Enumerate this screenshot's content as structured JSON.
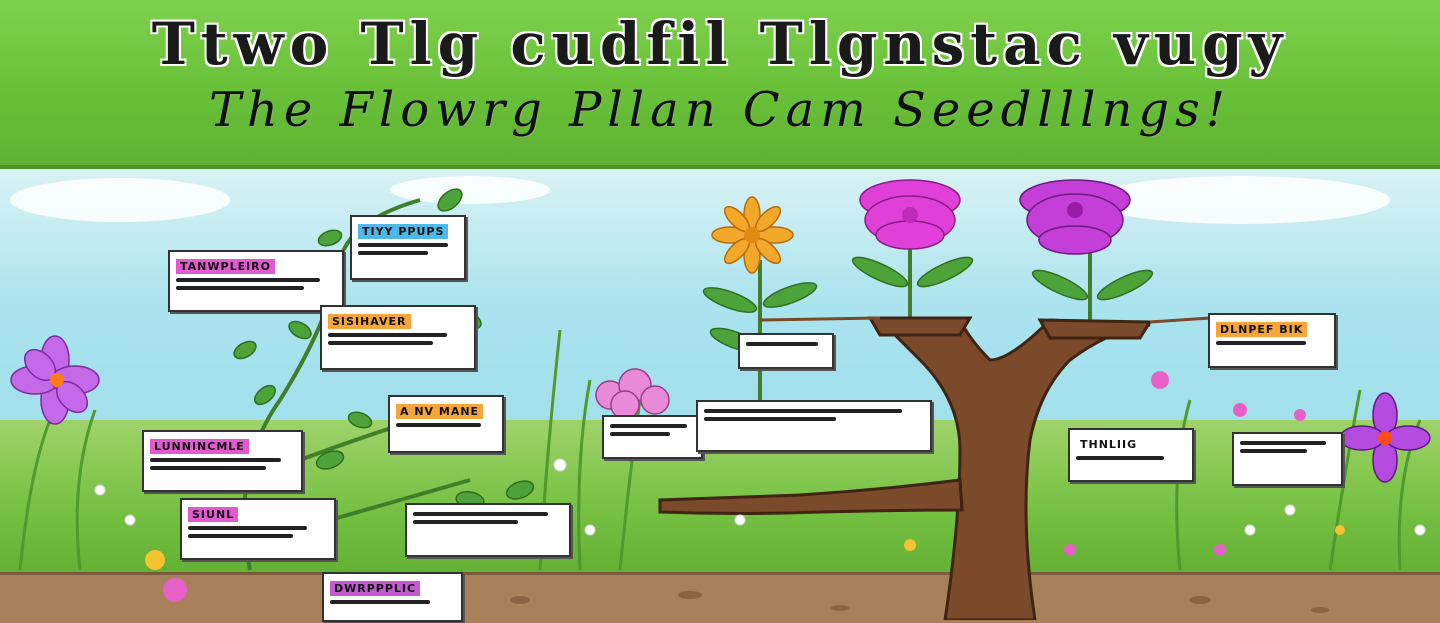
{
  "banner": {
    "title_line_1": "Ttwo Tlg cudfil Tlgnstac vugy",
    "title_line_2": "The Flowrg Pllan Cam Seedlllngs!"
  },
  "cards": [
    {
      "id": "card-1",
      "heading": "TANWPLEIRO",
      "head_color": "#e35ad0"
    },
    {
      "id": "card-2",
      "heading": "TIYY PPUPS",
      "head_color": "#4fb8e8"
    },
    {
      "id": "card-3",
      "heading": "SISIHAVER",
      "head_color": "#f5a53a"
    },
    {
      "id": "card-4",
      "heading": "A NV MANE",
      "head_color": "#f5a53a"
    },
    {
      "id": "card-5",
      "heading": "LUNNINCMLE",
      "head_color": "#e35ad0"
    },
    {
      "id": "card-6",
      "heading": "SIUNL",
      "head_color": "#e35ad0"
    },
    {
      "id": "card-7",
      "heading": "DWRPPPLIC",
      "head_color": "#c45ad0"
    },
    {
      "id": "card-8",
      "heading": "THNLIIG",
      "head_color": "#ffffff"
    },
    {
      "id": "card-9",
      "heading": "DLNPEF BIK",
      "head_color": "#f5a53a"
    }
  ],
  "colors": {
    "banner_green": "#6cc43a",
    "trunk_brown": "#7b4a2a",
    "flower_orange": "#f4a82a",
    "flower_magenta": "#e040d8",
    "flower_purple": "#b44ae0"
  }
}
